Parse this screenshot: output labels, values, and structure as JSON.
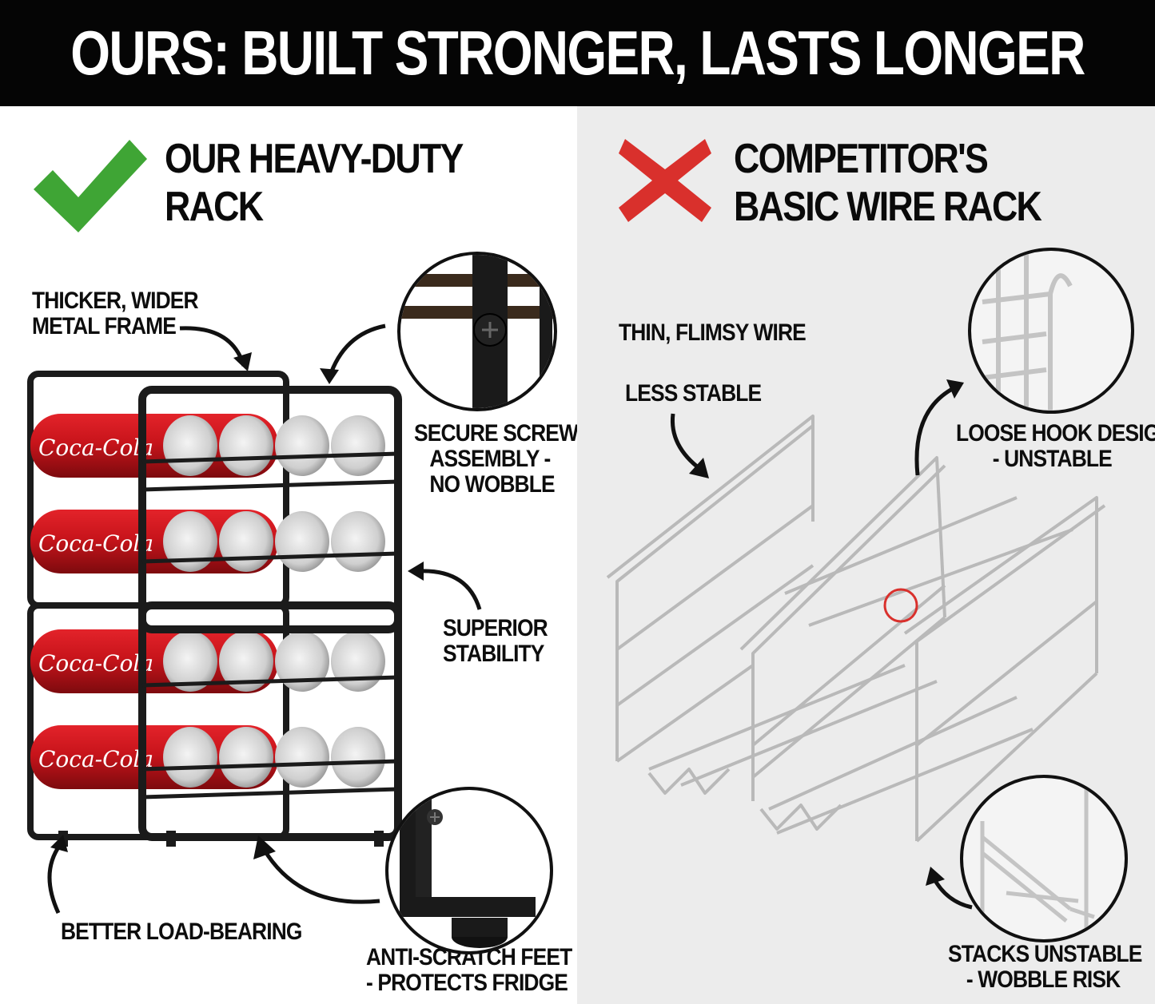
{
  "banner": {
    "title": "OURS: BUILT STRONGER, LASTS LONGER"
  },
  "left": {
    "heading_line1": "OUR HEAVY-DUTY",
    "heading_line2": "RACK",
    "labels": {
      "frame_line1": "THICKER, WIDER",
      "frame_line2": "METAL FRAME",
      "screw_line1": "SECURE SCREW",
      "screw_line2": "ASSEMBLY -",
      "screw_line3": "NO WOBBLE",
      "stability_line1": "SUPERIOR",
      "stability_line2": "STABILITY",
      "load": "BETTER LOAD-BEARING",
      "feet_line1": "ANTI-SCRATCH FEET",
      "feet_line2": "- PROTECTS FRIDGE"
    },
    "can_text": "Coca-Cola"
  },
  "right": {
    "heading_line1": "COMPETITOR'S",
    "heading_line2": "BASIC WIRE RACK",
    "labels": {
      "wire": "THIN, FLIMSY WIRE",
      "stable": "LESS STABLE",
      "hook_line1": "LOOSE HOOK DESIGN",
      "hook_line2": "- UNSTABLE",
      "stacks_line1": "STACKS UNSTABLE",
      "stacks_line2": "- WOBBLE RISK"
    }
  },
  "colors": {
    "check": "#3fa535",
    "cross": "#d9302c",
    "can_red": "#c8141b",
    "frame": "#1b1b1b"
  },
  "icons": [
    "checkmark-icon",
    "cross-icon"
  ]
}
